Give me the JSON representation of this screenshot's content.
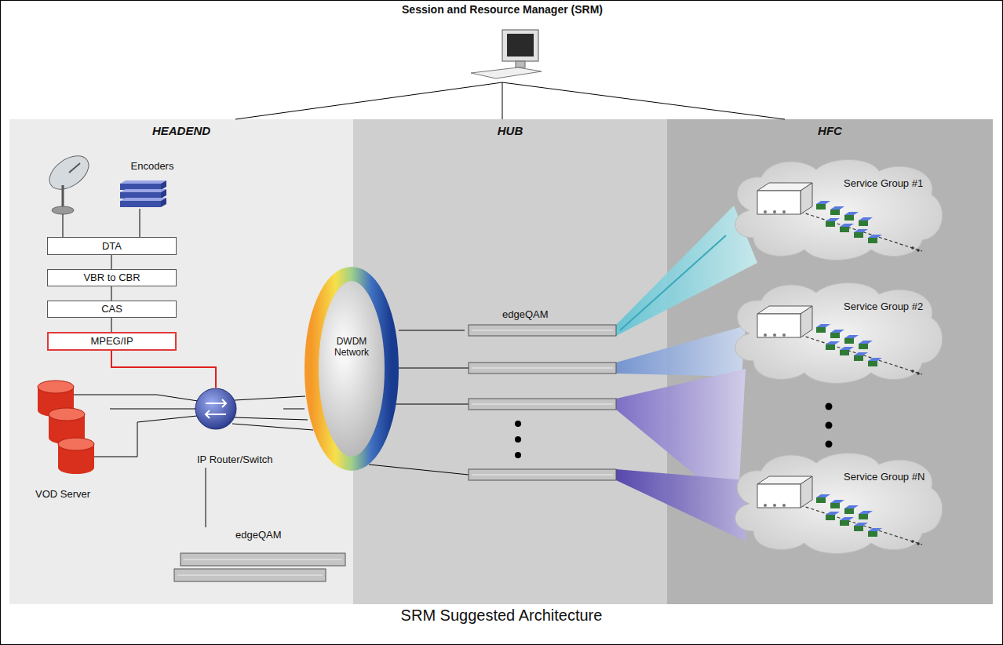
{
  "diagram": {
    "caption": "SRM Suggested Architecture",
    "nodes": [
      {
        "text": [
          "Session and Resource Manager (SRM)"
        ]
      },
      {
        "text": [
          "HEADEND"
        ]
      },
      {
        "text": [
          "HUB"
        ]
      },
      {
        "text": [
          "HFC"
        ]
      },
      {
        "text": [
          "DTA"
        ],
        "in": 1
      },
      {
        "text": [
          "VBR to CBR"
        ],
        "in": 1
      },
      {
        "text": [
          "CAS"
        ],
        "in": 1
      },
      {
        "text": [
          "MPEG/IP"
        ],
        "in": 1
      },
      {
        "text": [
          "Encoders"
        ],
        "in": 1
      },
      {
        "text": [
          "VOD Server"
        ],
        "in": 1
      },
      {
        "text": [
          "IP Router/Switch"
        ],
        "in": 1
      },
      {
        "text": [
          "edgeQAM"
        ],
        "in": 1
      },
      {
        "text": [
          "DWDM Network"
        ]
      },
      {
        "text": [
          "edgeQAM"
        ],
        "in": 2
      },
      {
        "text": [
          "Service Group #1"
        ],
        "in": 3
      },
      {
        "text": [
          "Service Group #2"
        ],
        "in": 3
      },
      {
        "text": [
          "Service Group #N"
        ],
        "in": 3
      }
    ],
    "edges": [
      {
        "from": 0,
        "to": 1,
        "arrow": "none"
      },
      {
        "from": 0,
        "to": 2,
        "arrow": "none"
      },
      {
        "from": 0,
        "to": 3,
        "arrow": "none"
      },
      {
        "from": 8,
        "to": 4,
        "arrow": "none"
      },
      {
        "from": 4,
        "to": 5,
        "arrow": "none"
      },
      {
        "from": 5,
        "to": 6,
        "arrow": "none"
      },
      {
        "from": 6,
        "to": 7,
        "arrow": "none"
      },
      {
        "from": 7,
        "to": 10,
        "arrow": "none"
      },
      {
        "from": 9,
        "to": 10,
        "arrow": "none"
      },
      {
        "from": 10,
        "to": 12,
        "arrow": "none"
      },
      {
        "from": 10,
        "to": 11,
        "arrow": "none"
      },
      {
        "from": 12,
        "to": 13,
        "arrow": "none"
      },
      {
        "from": 13,
        "to": 14,
        "arrow": "none"
      }
    ]
  }
}
